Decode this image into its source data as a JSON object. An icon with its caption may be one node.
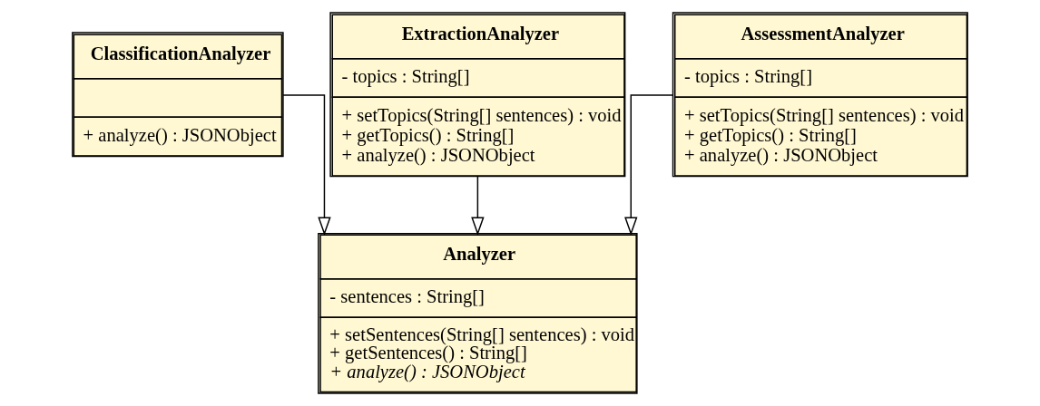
{
  "diagram": {
    "nodes": [
      {
        "text": [
          "Analyzer",
          "- sentences : String[]",
          "+ setSentences(String[] sentences) : void",
          "+ getSentences() : String[]",
          "+ analyze() : JSONObject"
        ]
      },
      {
        "text": [
          "ClassificationAnalyzer",
          "+ analyze() : JSONObject"
        ]
      },
      {
        "text": [
          "ExtractionAnalyzer",
          "- topics : String[]",
          "+ setTopics(String[] sentences) : void",
          "+ getTopics() : String[]",
          "+ analyze() : JSONObject"
        ]
      },
      {
        "text": [
          "AssessmentAnalyzer",
          "- topics : String[]",
          "+ setTopics(String[] sentences) : void",
          "+ getTopics() : String[]",
          "+ analyze() : JSONObject"
        ]
      }
    ],
    "edges": [
      {
        "from": 1,
        "to": 0,
        "arrow": "to"
      },
      {
        "from": 2,
        "to": 0,
        "arrow": "to"
      },
      {
        "from": 3,
        "to": 0,
        "arrow": "to"
      }
    ]
  }
}
